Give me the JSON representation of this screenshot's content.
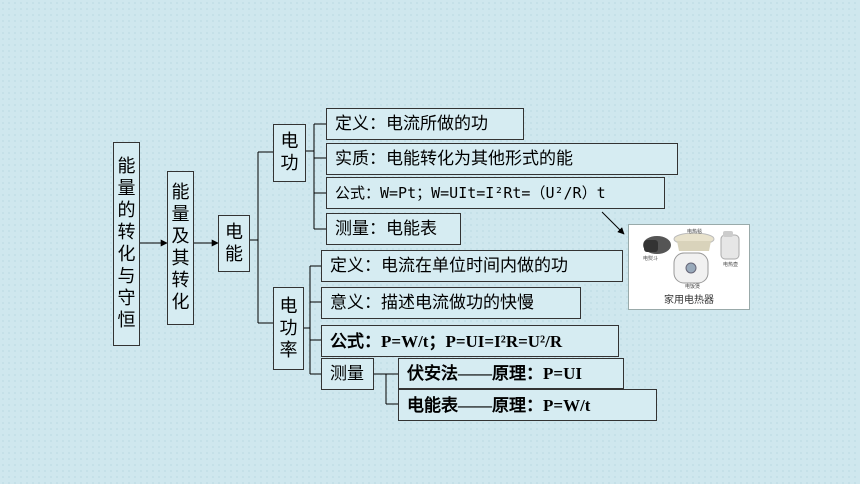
{
  "root": [
    "能",
    "量",
    "的",
    "转",
    "化",
    "与",
    "守",
    "恒"
  ],
  "level2": [
    "能",
    "量",
    "及",
    "其",
    "转",
    "化"
  ],
  "level3": [
    "电",
    "能"
  ],
  "work": {
    "title": [
      "电",
      "功"
    ],
    "definition": "定义：电流所做的功",
    "essence": "实质：电能转化为其他形式的能",
    "formula": "公式：W=Pt；W=UIt=I²Rt=（U²/R）t",
    "measure": "测量：电能表"
  },
  "power": {
    "title": [
      "电",
      "功",
      "率"
    ],
    "definition": "定义：电流在单位时间内做的功",
    "meaning": "意义：描述电流做功的快慢",
    "formula": "公式：P=W/t；P=UI=I²R=U²/R",
    "measure": "测量",
    "method1": "伏安法——原理：P=UI",
    "method2": "电能表——原理：P=W/t"
  },
  "photo": {
    "caption": "家用电热器",
    "labels": [
      "电热毯",
      "电熨斗",
      "电饭煲",
      "电热壶"
    ]
  }
}
